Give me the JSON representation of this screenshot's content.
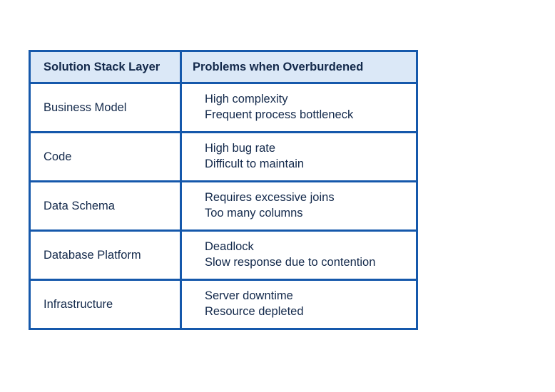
{
  "table": {
    "columns": [
      {
        "key": "layer",
        "header": "Solution Stack Layer"
      },
      {
        "key": "problems",
        "header": "Problems when Overburdened"
      }
    ],
    "rows": [
      {
        "layer": "Business Model",
        "problems": [
          "High complexity",
          "Frequent process bottleneck"
        ]
      },
      {
        "layer": "Code",
        "problems": [
          "High bug rate",
          "Difficult to maintain"
        ]
      },
      {
        "layer": "Data Schema",
        "problems": [
          "Requires excessive joins",
          "Too many columns"
        ]
      },
      {
        "layer": "Database Platform",
        "problems": [
          "Deadlock",
          "Slow response due to contention"
        ]
      },
      {
        "layer": "Infrastructure",
        "problems": [
          "Server downtime",
          "Resource depleted"
        ]
      }
    ]
  },
  "colors": {
    "border": "#1558ab",
    "header_background": "#dbe8f7",
    "text": "#13294b",
    "page_background": "#ffffff"
  }
}
